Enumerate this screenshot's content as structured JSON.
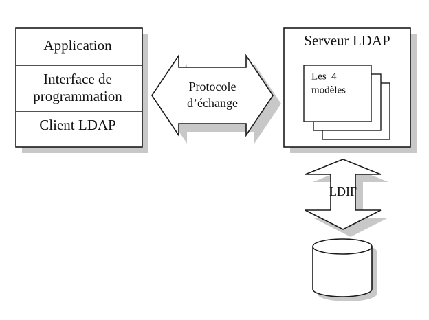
{
  "client_stack": {
    "layers": [
      {
        "label_lines": [
          "Application"
        ]
      },
      {
        "label_lines": [
          "Interface de",
          "programmation"
        ]
      },
      {
        "label_lines": [
          "Client LDAP"
        ]
      }
    ]
  },
  "protocol_arrow": {
    "label_lines": [
      "Protocole",
      "d’échange"
    ]
  },
  "server": {
    "title": "Serveur LDAP",
    "models_card": {
      "label_lines": [
        "Les  4",
        "modèles"
      ]
    }
  },
  "ldif_arrow": {
    "label": "LDIF"
  },
  "colors": {
    "stroke": "#1a1a1a",
    "shadow": "#c8c8c8",
    "fill": "#ffffff"
  }
}
